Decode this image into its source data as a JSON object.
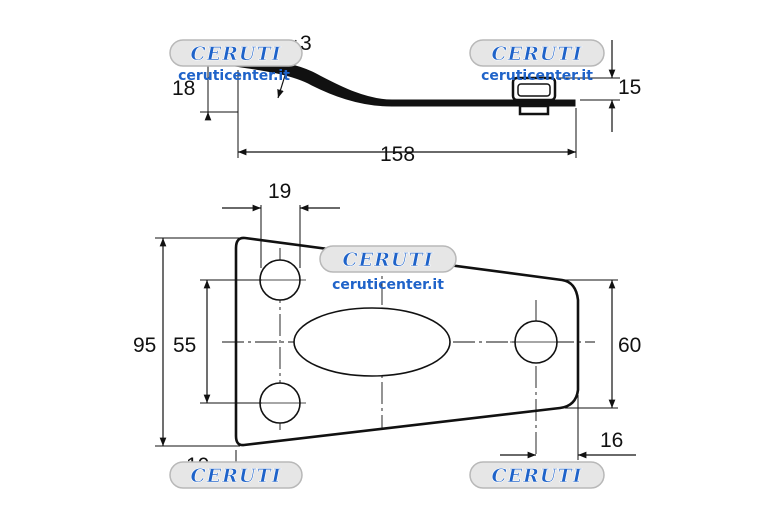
{
  "side_view": {
    "dims": {
      "angle": "3",
      "left_height": "18",
      "right_height": "15",
      "length": "158"
    }
  },
  "top_view": {
    "dims": {
      "hole_spacing_top": "19",
      "overall_height": "95",
      "hole_distance": "55",
      "right_height": "60",
      "right_offset": "16",
      "bottom_left": "10"
    }
  },
  "watermark": {
    "brand": "CERUTI",
    "url": "ceruticenter.it"
  },
  "colors": {
    "line": "#111111",
    "watermark": "#1f63c9",
    "watermark_badge": "#e6e6e6"
  }
}
